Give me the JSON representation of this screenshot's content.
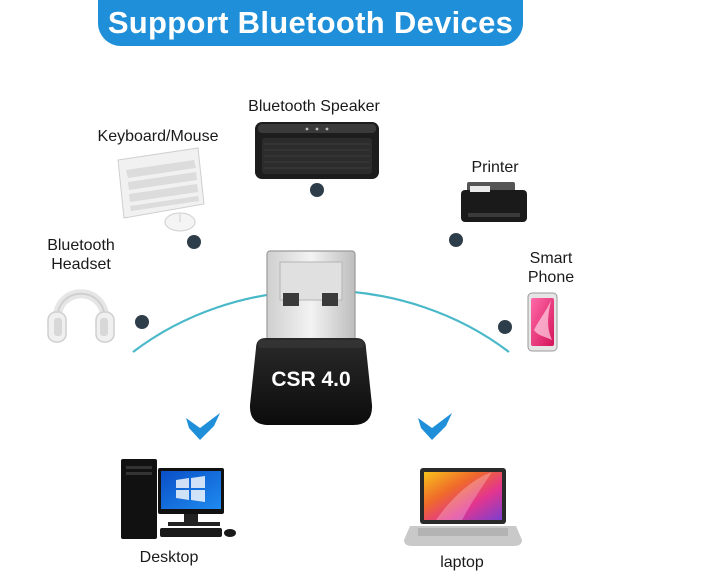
{
  "banner": {
    "title": "Support Bluetooth Devices"
  },
  "devices": {
    "speaker": "Bluetooth Speaker",
    "keyboard": "Keyboard/Mouse",
    "printer": "Printer",
    "headset_line1": "Bluetooth",
    "headset_line2": "Headset",
    "phone_line1": "Smart",
    "phone_line2": "Phone",
    "desktop": "Desktop",
    "laptop": "laptop"
  },
  "dongle": {
    "label": "CSR 4.0"
  },
  "colors": {
    "accent": "#1e8fd8",
    "arc": "#49b8c9",
    "dot": "#2d3e4a",
    "check": "#1e8fd8"
  }
}
